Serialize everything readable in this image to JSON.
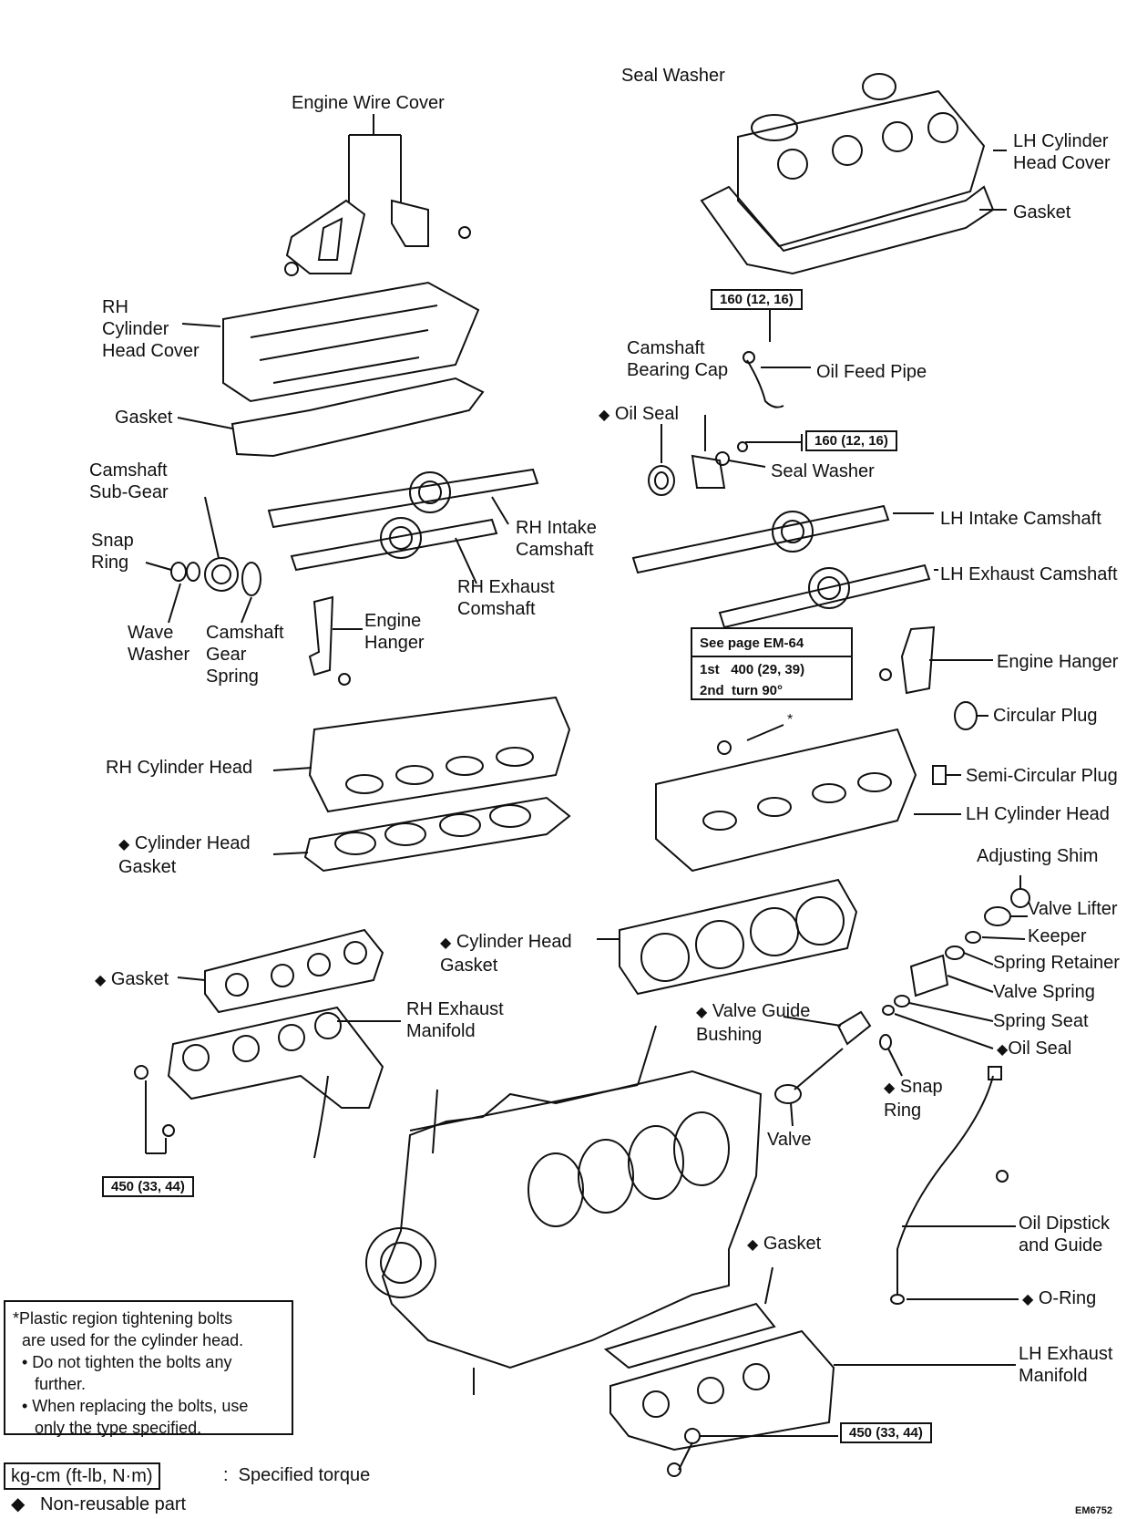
{
  "labels": {
    "seal_washer_top": "Seal Washer",
    "engine_wire_cover": "Engine Wire Cover",
    "lh_cyl_head_cover": "LH Cylinder\nHead Cover",
    "gasket_lh_cover": "Gasket",
    "rh_cyl_head_cover": "RH\nCylinder\nHead Cover",
    "camshaft_bearing_cap": "Camshaft\nBearing Cap",
    "oil_feed_pipe": "Oil Feed Pipe",
    "gasket_rh_cover": "Gasket",
    "oil_seal_cam": "Oil Seal",
    "seal_washer_mid": "Seal Washer",
    "camshaft_sub_gear": "Camshaft\nSub-Gear",
    "rh_intake_camshaft": "RH Intake\nCamshaft",
    "lh_intake_camshaft": "LH Intake Camshaft",
    "snap_ring_left": "Snap\nRing",
    "lh_exhaust_camshaft": "LH Exhaust Camshaft",
    "rh_exhaust_camshaft": "RH Exhaust\nComshaft",
    "wave_washer": "Wave\nWasher",
    "camshaft_gear_spring": "Camshaft\nGear\nSpring",
    "engine_hanger_rh": "Engine\nHanger",
    "engine_hanger_lh": "Engine Hanger",
    "circular_plug": "Circular Plug",
    "rh_cylinder_head": "RH Cylinder Head",
    "semi_circular_plug": "Semi-Circular Plug",
    "lh_cylinder_head": "LH Cylinder Head",
    "cyl_head_gasket_rh": "Cylinder Head\nGasket",
    "adjusting_shim": "Adjusting Shim",
    "valve_lifter": "Valve Lifter",
    "keeper": "Keeper",
    "cyl_head_gasket_lh": "Cylinder Head\nGasket",
    "spring_retainer": "Spring Retainer",
    "gasket_exhaust_rh": "Gasket",
    "valve_spring": "Valve Spring",
    "rh_exhaust_manifold": "RH Exhaust\nManifold",
    "valve_guide_bushing": "Valve Guide\nBushing",
    "spring_seat": "Spring Seat",
    "oil_seal_valve": "Oil Seal",
    "snap_ring_valve": "Snap\nRing",
    "valve": "Valve",
    "oil_dipstick_guide": "Oil Dipstick\nand Guide",
    "gasket_exhaust_lh": "Gasket",
    "o_ring": "O-Ring",
    "lh_exhaust_manifold": "LH Exhaust\nManifold"
  },
  "torque_boxes": {
    "lh_cover_bolt": "160 (12, 16)",
    "seal_washer_bolt": "160 (12, 16)",
    "rh_manifold": "450 (33, 44)",
    "lh_manifold": "450 (33, 44)"
  },
  "head_bolt_spec": {
    "header": "See page EM-64",
    "first_step": "1st",
    "first_value": "400 (29, 39)",
    "second_step": "2nd",
    "second_value": "turn 90°",
    "asterisk": "*"
  },
  "note": {
    "line1": "Plastic region tightening bolts",
    "line2": "are used for the cylinder head.",
    "line3": "• Do not tighten the bolts any",
    "line4": "further.",
    "line5": "• When replacing the bolts, use",
    "line6": "only the type specified.",
    "asterisk": "*"
  },
  "legend": {
    "unit_box": "kg-cm (ft-lb, N·m)",
    "unit_text": ":  Specified torque",
    "diamond_symbol": "◆",
    "diamond_text": "Non-reusable part"
  },
  "figure_code": "EM6752"
}
